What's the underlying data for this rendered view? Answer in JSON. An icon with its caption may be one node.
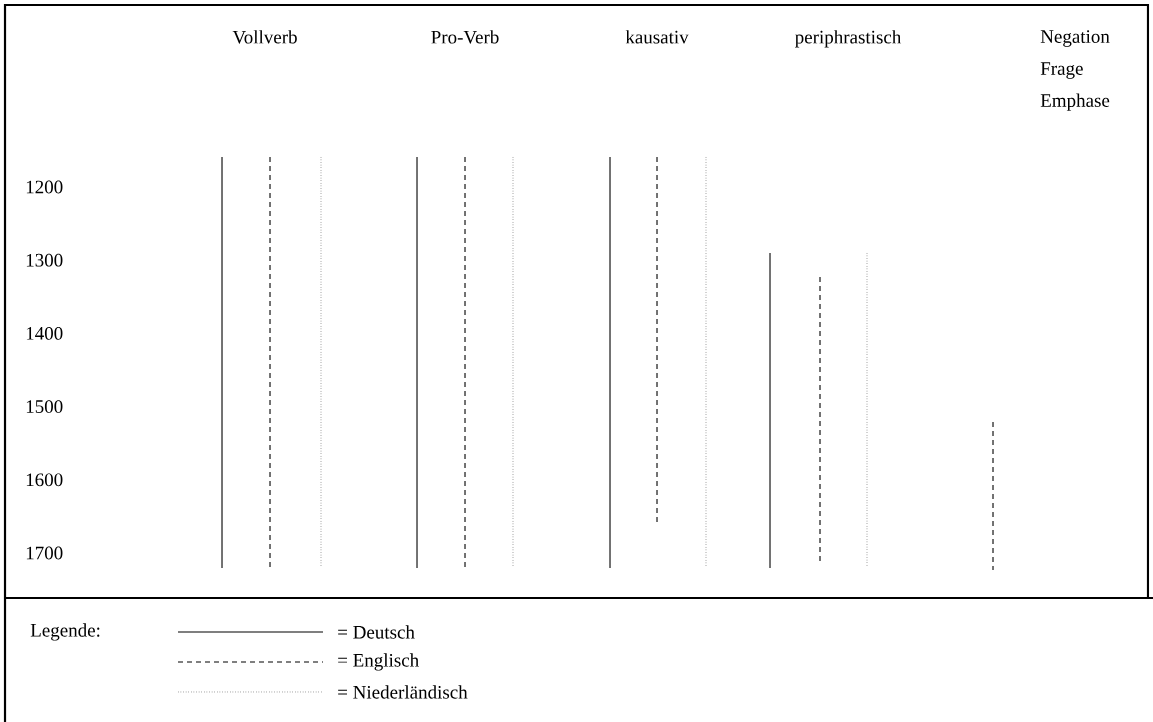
{
  "diagram": {
    "labels": [
      "Vollverb",
      "Pro-Verb",
      "kausativ",
      "periphrastisch",
      "Negation Frage Emphase",
      "1200",
      "1300",
      "1400",
      "1500",
      "1600",
      "1700",
      "Legende:"
    ],
    "legend": [
      {
        "text": "= Deutsch"
      },
      {
        "text": "= Englisch"
      },
      {
        "text": "= Niederländisch"
      }
    ]
  }
}
